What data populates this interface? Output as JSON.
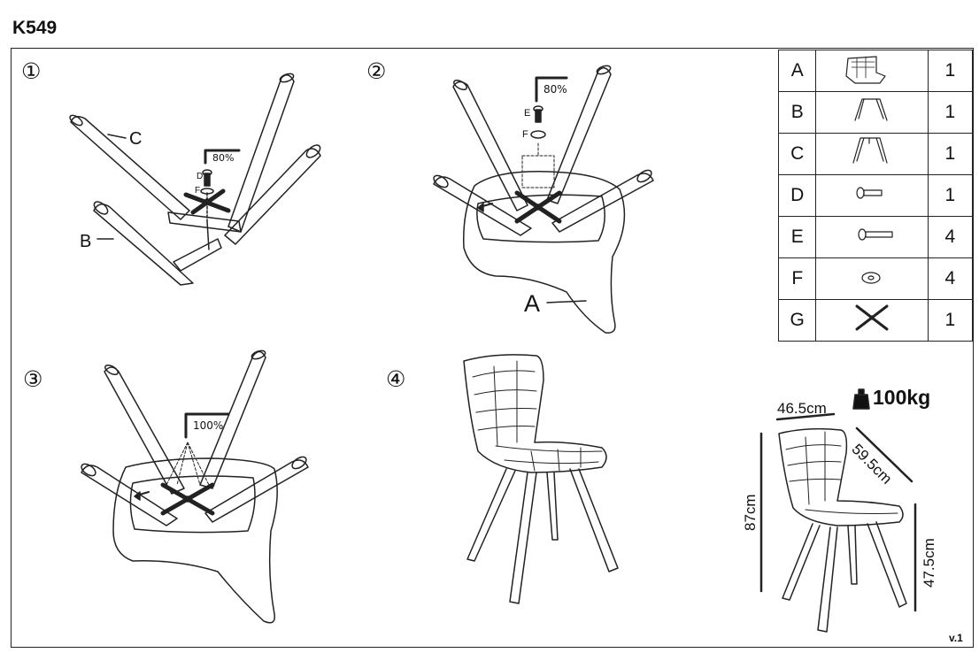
{
  "title": "K549",
  "steps": [
    "①",
    "②",
    "③",
    "④"
  ],
  "labels": {
    "A": "A",
    "B": "B",
    "C": "C",
    "D": "D",
    "E": "E",
    "F": "F"
  },
  "wrench": {
    "step1": "80%",
    "step2": "80%",
    "step3": "100%"
  },
  "parts": [
    {
      "letter": "A",
      "icon": "seat-shell-icon",
      "qty": "1"
    },
    {
      "letter": "B",
      "icon": "leg-frame-b-icon",
      "qty": "1"
    },
    {
      "letter": "C",
      "icon": "leg-frame-c-icon",
      "qty": "1"
    },
    {
      "letter": "D",
      "icon": "short-bolt-icon",
      "qty": "1"
    },
    {
      "letter": "E",
      "icon": "long-bolt-icon",
      "qty": "4"
    },
    {
      "letter": "F",
      "icon": "washer-icon",
      "qty": "4"
    },
    {
      "letter": "G",
      "icon": "cross-plate-icon",
      "qty": "1"
    }
  ],
  "dimensions": {
    "width": "46.5cm",
    "depth": "59.5cm",
    "height": "87cm",
    "seat_height": "47.5cm"
  },
  "max_load": "100kg",
  "version": "v.1"
}
